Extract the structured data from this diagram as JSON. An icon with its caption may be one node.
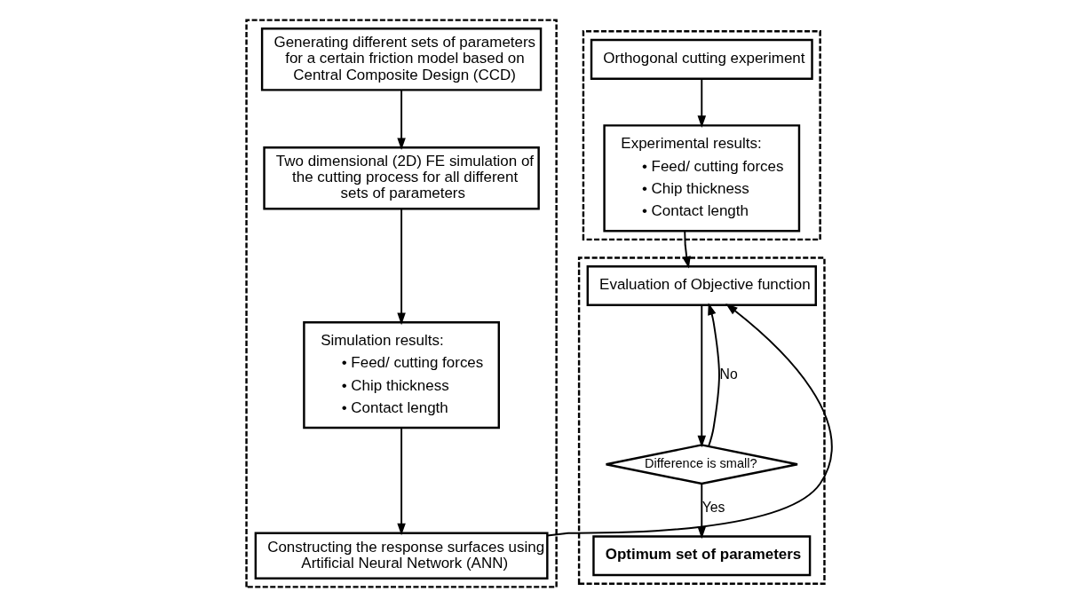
{
  "diagram": {
    "nodes": [
      {
        "text": [],
        "shape": "box"
      },
      {
        "text": [
          "Generating different sets of parameters for a certain friction model based on Central Composite Design (CCD)"
        ],
        "in": 0
      },
      {
        "text": [
          "Two dimensional (2D) FE simulation of the cutting process for all different sets of parameters"
        ],
        "in": 0
      },
      {
        "text": [
          "Simulation results:",
          "• Feed/ cutting forces",
          "• Chip thickness",
          "• Contact length"
        ],
        "in": 0
      },
      {
        "text": [
          "Constructing the response surfaces using Artificial Neural Network (ANN)"
        ],
        "in": 0
      },
      {
        "text": [],
        "shape": "box"
      },
      {
        "text": [
          "Orthogonal cutting experiment"
        ],
        "in": 5
      },
      {
        "text": [
          "Experimental results:",
          "• Feed/ cutting forces",
          "• Chip thickness",
          "• Contact length"
        ],
        "in": 5
      },
      {
        "text": [],
        "shape": "box"
      },
      {
        "text": [
          "Evaluation of Objective function"
        ],
        "in": 8
      },
      {
        "text": [
          "Difference is small?"
        ],
        "in": 8
      },
      {
        "text": [
          "Optimum set of parameters"
        ],
        "in": 8
      }
    ],
    "edges": [
      {
        "from": 1,
        "to": 2,
        "arrow": "to"
      },
      {
        "from": 2,
        "to": 3,
        "arrow": "to"
      },
      {
        "from": 3,
        "to": 4,
        "arrow": "to"
      },
      {
        "from": 4,
        "to": 9,
        "arrow": "to"
      },
      {
        "from": 6,
        "to": 7,
        "arrow": "to"
      },
      {
        "from": 7,
        "to": 9,
        "arrow": "to"
      },
      {
        "from": 9,
        "to": 10,
        "arrow": "to"
      },
      {
        "from": 10,
        "to": 9,
        "label": "No",
        "arrow": "to"
      },
      {
        "from": 10,
        "to": 11,
        "label": "Yes",
        "arrow": "to"
      }
    ]
  }
}
